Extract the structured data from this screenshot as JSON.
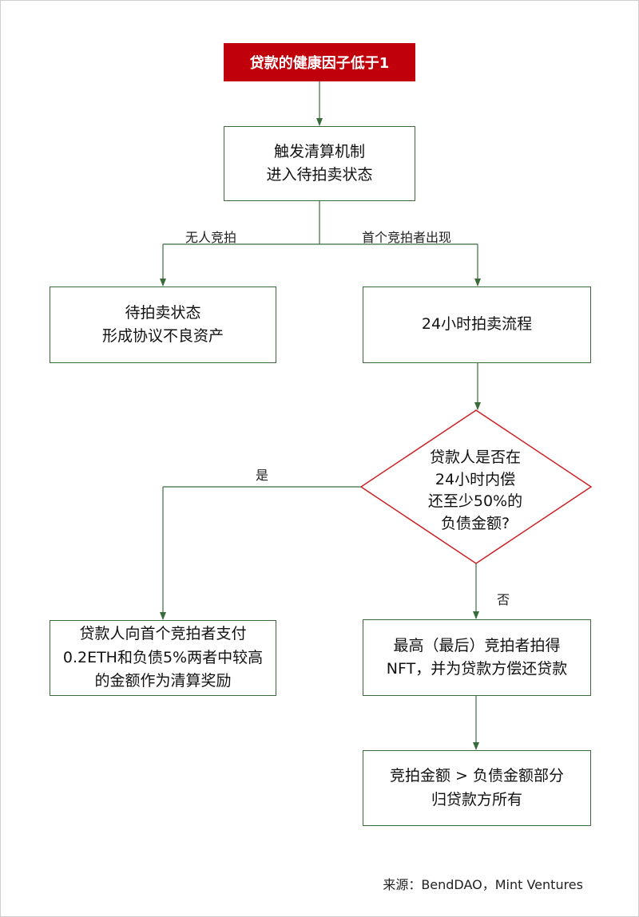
{
  "start": {
    "label": "贷款的健康因子低于1"
  },
  "trigger": {
    "line1": "触发清算机制",
    "line2": "进入待拍卖状态"
  },
  "branch_labels": {
    "no_bid": "无人竞拍",
    "first_bidder": "首个竞拍者出现"
  },
  "no_bid_result": {
    "line1": "待拍卖状态",
    "line2": "形成协议不良资产"
  },
  "auction": {
    "label": "24小时拍卖流程"
  },
  "decision": {
    "line1": "贷款人是否在",
    "line2": "24小时内偿",
    "line3": "还至少50%的",
    "line4": "负债金额?"
  },
  "answers": {
    "yes": "是",
    "no": "否"
  },
  "yes_result": {
    "line1": "贷款人向首个竞拍者支付",
    "line2": "0.2ETH和负债5%两者中较高",
    "line3": "的金额作为清算奖励"
  },
  "no_result": {
    "line1": "最高（最后）竞拍者拍得",
    "line2": "NFT，并为贷款方偿还贷款"
  },
  "surplus": {
    "line1": "竞拍金额 > 负债金额部分",
    "line2": "归贷款方所有"
  },
  "source": "来源：BendDAO，Mint Ventures",
  "colors": {
    "start_fill": "#c0000b",
    "box_border": "#3a6b3a",
    "diamond_border": "#d01f25",
    "arrow": "#3a6b3a"
  }
}
